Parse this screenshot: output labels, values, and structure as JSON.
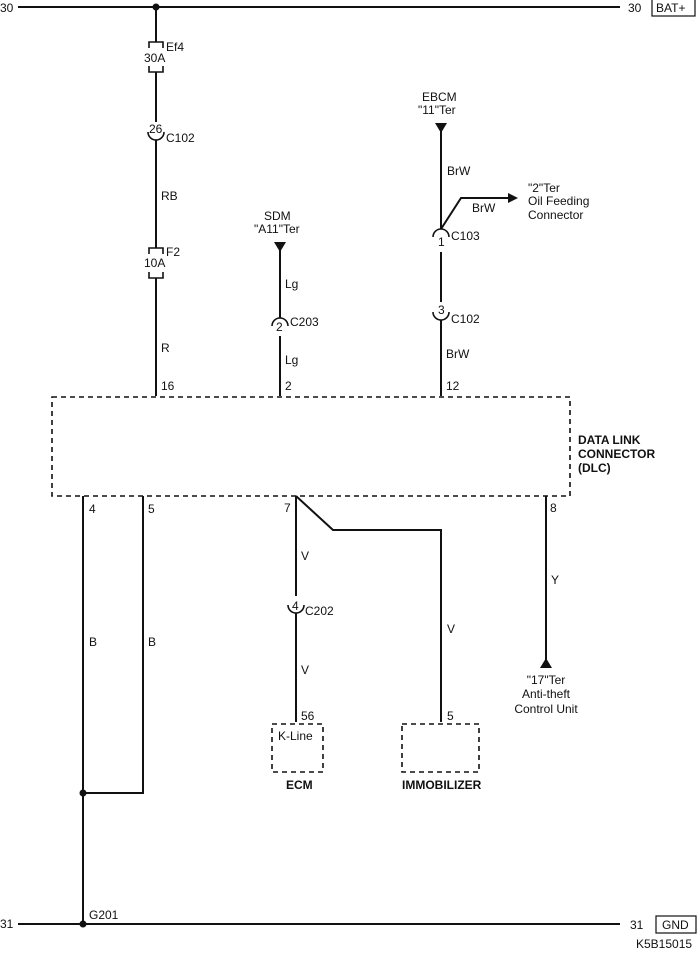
{
  "diagram": {
    "figure_id": "K5B15015",
    "power_rail": {
      "number": "30",
      "right_number": "30",
      "label": "BAT+"
    },
    "ground_rail": {
      "number": "31",
      "right_number": "31",
      "label": "GND",
      "ground_point": "G201"
    },
    "dlc": {
      "title_lines": [
        "DATA LINK",
        "CONNECTOR",
        "(DLC)"
      ]
    },
    "fuses": [
      {
        "id": "Ef4",
        "rating": "30A"
      },
      {
        "id": "F2",
        "rating": "10A"
      }
    ],
    "connectors": [
      {
        "id": "C102",
        "pin": "26"
      },
      {
        "id": "C203",
        "pin": "2"
      },
      {
        "id": "C103",
        "pin": "1"
      },
      {
        "id": "C102",
        "pin": "3"
      },
      {
        "id": "C202",
        "pin": "4"
      }
    ],
    "wire_colors": {
      "fuse_to_fuse": "RB",
      "fuse_to_dlc": "R",
      "sdm_upper": "Lg",
      "sdm_lower": "Lg",
      "ebcm_upper": "BrW",
      "oil_branch": "BrW",
      "ebcm_lower": "BrW",
      "ground_4": "B",
      "ground_5": "B",
      "ecm_upper": "V",
      "ecm_lower": "V",
      "immobilizer": "V",
      "antitheft": "Y"
    },
    "dlc_pins": {
      "top": [
        "16",
        "2",
        "12"
      ],
      "bottom": [
        "4",
        "5",
        "7",
        "8"
      ]
    },
    "terminals": {
      "sdm": [
        "SDM",
        "\"A11\"Ter"
      ],
      "ebcm": [
        "EBCM",
        "\"11\"Ter"
      ],
      "oil": [
        "\"2\"Ter",
        "Oil Feeding",
        "Connector"
      ],
      "antitheft": [
        "\"17\"Ter",
        "Anti-theft",
        "Control Unit"
      ]
    },
    "ecm": {
      "pin": "56",
      "inner_label": "K-Line",
      "title": "ECM"
    },
    "immobilizer": {
      "pin": "5",
      "title": "IMMOBILIZER"
    }
  }
}
